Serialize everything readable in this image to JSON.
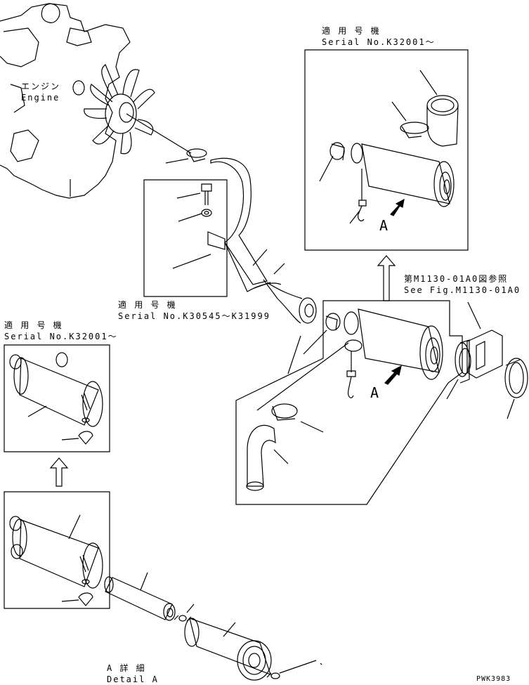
{
  "labels": {
    "engine_jp": "エンジン",
    "engine_en": "Engine",
    "applicable_top_jp": "適 用 号 機",
    "applicable_top_en": "Serial No.K32001～",
    "applicable_mid_jp": "適 用 号 機",
    "applicable_mid_en": "Serial No.K30545～K31999",
    "applicable_left_jp": "適 用 号 機",
    "applicable_left_en": "Serial No.K32001～",
    "see_fig_jp": "第M1130-01A0図参照",
    "see_fig_en": "See Fig.M1130-01A0",
    "letter_a_top": "A",
    "letter_a_main": "A",
    "detail_jp": "A 詳 細",
    "detail_en": "Detail A",
    "drawing_code": "PWK3983"
  }
}
